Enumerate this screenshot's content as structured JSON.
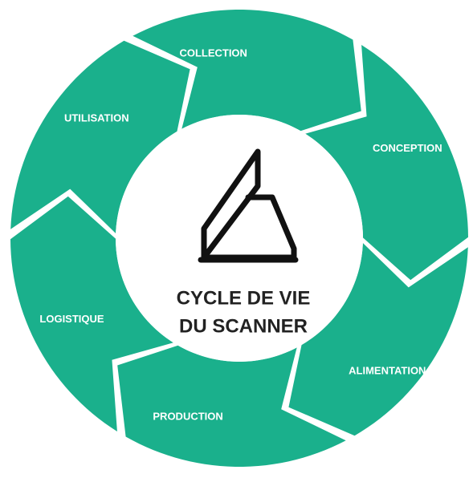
{
  "diagram": {
    "segments": [
      {
        "label": "COLLECTION"
      },
      {
        "label": "CONCEPTION"
      },
      {
        "label": "ALIMENTATION"
      },
      {
        "label": "PRODUCTION"
      },
      {
        "label": "LOGISTIQUE"
      },
      {
        "label": "UTILISATION"
      }
    ],
    "center": {
      "title_line1": "CYCLE DE VIE",
      "title_line2": "DU SCANNER",
      "icon": "book-scanner-icon"
    }
  },
  "colors": {
    "segment_fill": "#1AB08C",
    "background": "#FFFFFF",
    "center_fill": "#FFFFFF",
    "title_text": "#222222",
    "icon_stroke": "#111111",
    "label_text": "#FFFFFF"
  }
}
